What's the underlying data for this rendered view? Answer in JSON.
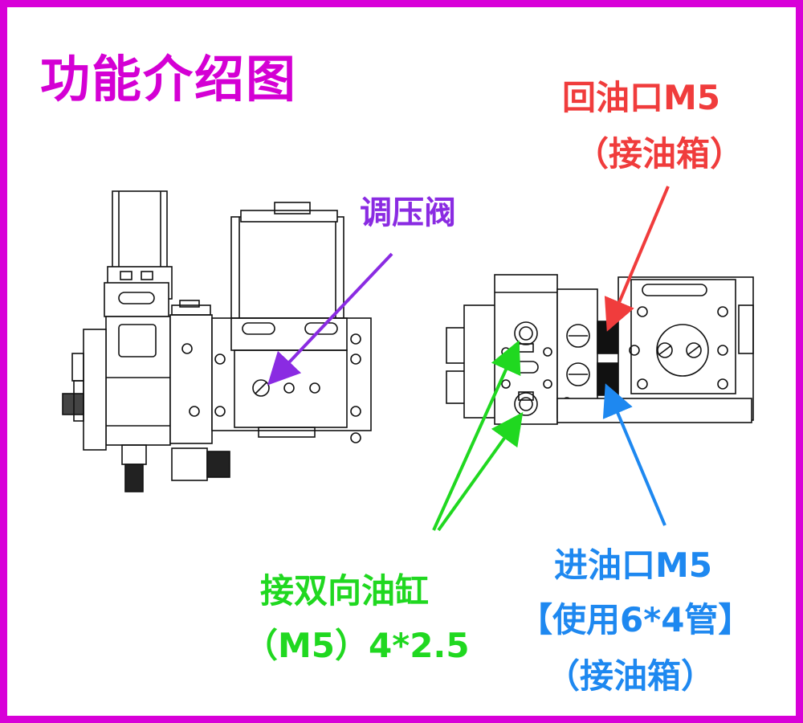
{
  "title": "功能介绍图",
  "labels": {
    "pressure_valve": "调压阀",
    "return_port": "回油口M5",
    "return_port_note": "（接油箱）",
    "cylinder": "接双向油缸",
    "cylinder_spec": "（M5）4*2.5",
    "inlet_port": "进油口M5",
    "inlet_tube": "【使用6*4管】",
    "inlet_note": "（接油箱）"
  },
  "colors": {
    "frame": "#d800d8",
    "title": "#d400d4",
    "valve": "#8a2be2",
    "return": "#f03c3c",
    "cylinder": "#20d820",
    "inlet": "#1e88f0"
  }
}
